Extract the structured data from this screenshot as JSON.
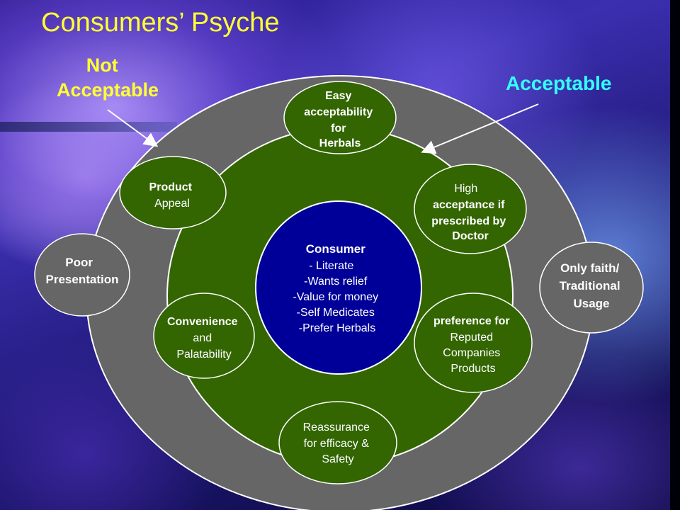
{
  "title": "Consumers’ Psyche",
  "labels": {
    "not_acceptable": [
      "Not",
      "Acceptable"
    ],
    "acceptable": "Acceptable"
  },
  "colors": {
    "title": "#ffff33",
    "label_yellow": "#ffff33",
    "label_cyan": "#33ffff",
    "outer_ring": "#666666",
    "inner_disc": "#336600",
    "center_disc": "#000099",
    "node_border": "#ffffff"
  },
  "center": {
    "heading": "Consumer",
    "items": [
      "- Literate",
      "-Wants relief",
      "-Value for money",
      "-Self  Medicates",
      "-Prefer Herbals"
    ]
  },
  "inner_nodes": {
    "top": [
      "Easy",
      "acceptability",
      "for",
      "Herbals"
    ],
    "upper_left": [
      "Product",
      "Appeal"
    ],
    "upper_right": [
      "High",
      "acceptance if",
      "prescribed by",
      "Doctor"
    ],
    "lower_left": [
      "Convenience",
      "and",
      "Palatability"
    ],
    "lower_right": [
      "preference for",
      "Reputed",
      "Companies",
      "Products"
    ],
    "bottom": [
      "Reassurance",
      "for efficacy &",
      "Safety"
    ]
  },
  "outer_nodes": {
    "left": [
      "Poor",
      "Presentation"
    ],
    "right": [
      "Only faith/",
      "Traditional",
      "Usage"
    ]
  }
}
